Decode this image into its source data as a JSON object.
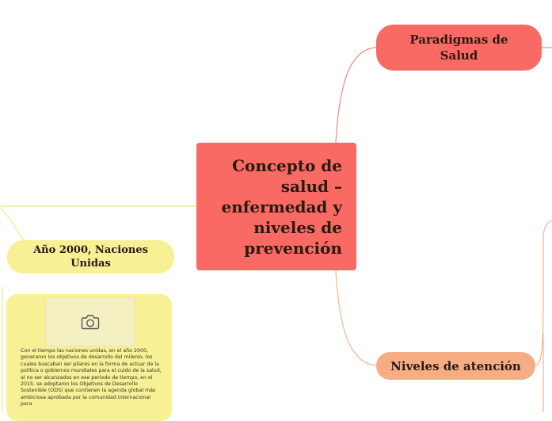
{
  "central": {
    "label": "Concepto de salud – enfermedad y niveles de prevención"
  },
  "topics": {
    "paradigmas": "Paradigmas de Salud",
    "niveles": "Niveles de atención",
    "anio": "Año 2000, Naciones Unidas"
  },
  "note": {
    "image_icon": "camera-icon",
    "text": "Con el tiempo las naciones unidas, en el año 2000, generaron los objetivos de desarrollo del milenio, los cuales buscaban ser pilares en la forma de actuar de la política o gobiernos mundiales para el cuido de la salud, al no ser alcanzados en ese periodo de tiempo, en el 2015, se adoptaron los Objetivos de Desarrollo Sostenible (ODS) que contienen la agenda global más ambiciosa aprobada por la comunidad internacional para"
  },
  "colors": {
    "central": "#f86a63",
    "paradigmas": "#f86a63",
    "niveles": "#f6ad84",
    "anio": "#f8f094",
    "connector_red": "#f08a80",
    "connector_orange": "#f6b48f",
    "connector_yellow": "#f3e88a"
  }
}
